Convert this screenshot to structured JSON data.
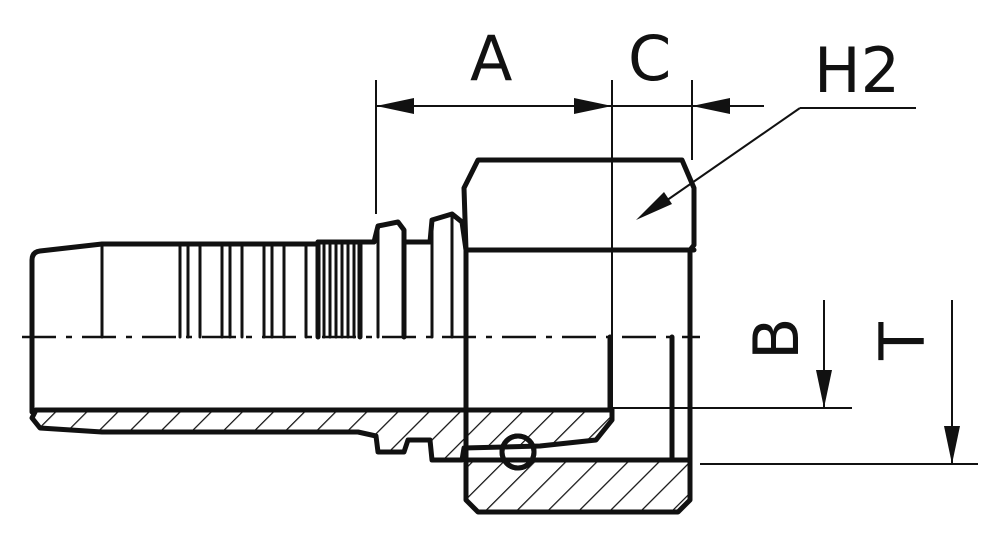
{
  "labels": {
    "a": "A",
    "c": "C",
    "h2": "H2",
    "b": "B",
    "t": "T"
  },
  "colors": {
    "line": "#111111",
    "background": "#ffffff"
  }
}
